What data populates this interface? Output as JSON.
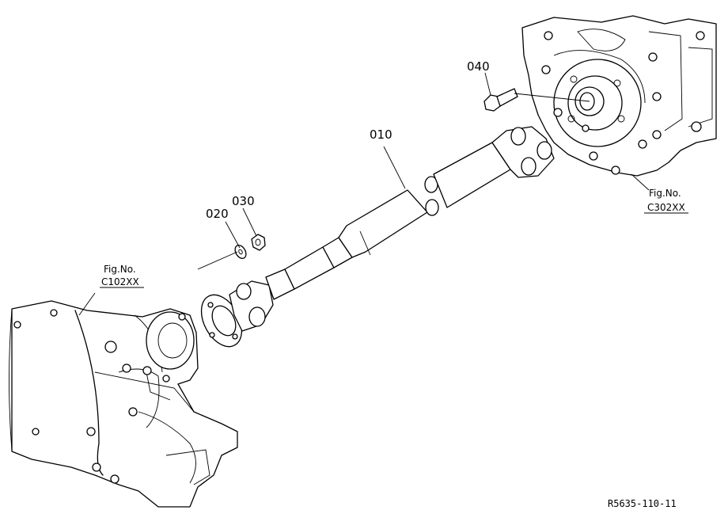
{
  "callouts": {
    "part_010": "010",
    "part_020": "020",
    "part_030": "030",
    "part_040": "040"
  },
  "references": {
    "left_fig_label": "Fig.No.",
    "left_fig_code": "C102XX",
    "right_fig_label": "Fig.No.",
    "right_fig_code": "C302XX"
  },
  "drawing_code": "R5635-110-11"
}
